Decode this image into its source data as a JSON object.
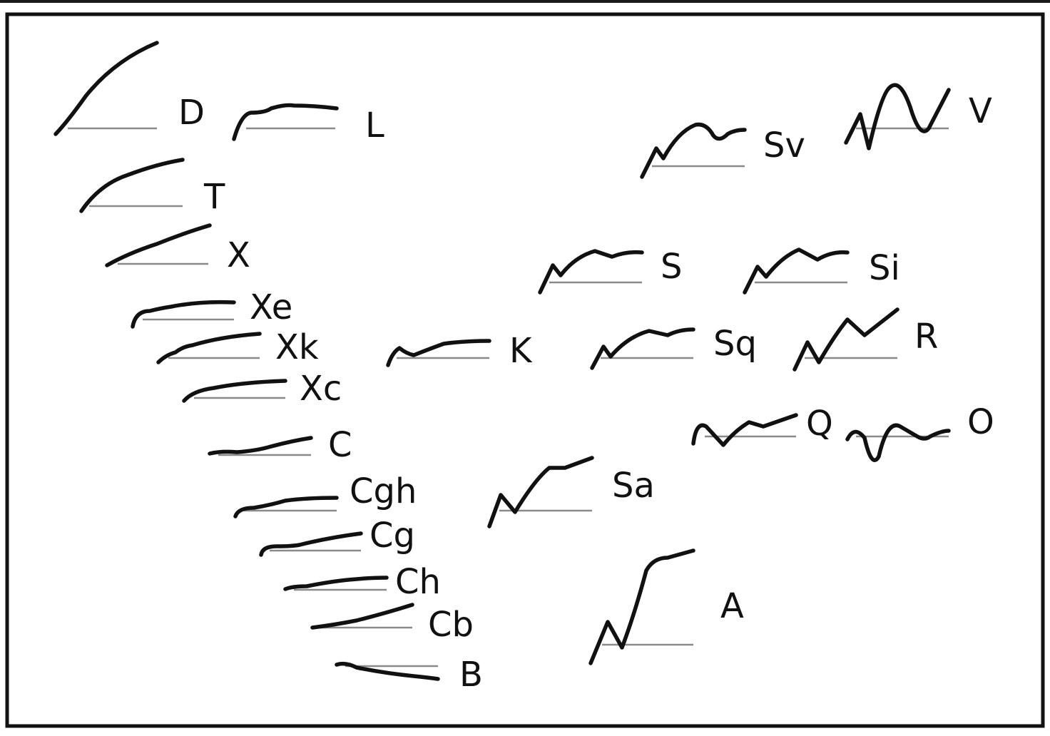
{
  "diagram": {
    "labels": {
      "D": "D",
      "L": "L",
      "T": "T",
      "X": "X",
      "Xe": "Xe",
      "Xk": "Xk",
      "Xc": "Xc",
      "C": "C",
      "Cgh": "Cgh",
      "Cg": "Cg",
      "Ch": "Ch",
      "Cb": "Cb",
      "B": "B",
      "K": "K",
      "Sv": "Sv",
      "V": "V",
      "S": "S",
      "Si": "Si",
      "Sq": "Sq",
      "R": "R",
      "Q": "Q",
      "O": "O",
      "Sa": "Sa",
      "A": "A"
    }
  }
}
